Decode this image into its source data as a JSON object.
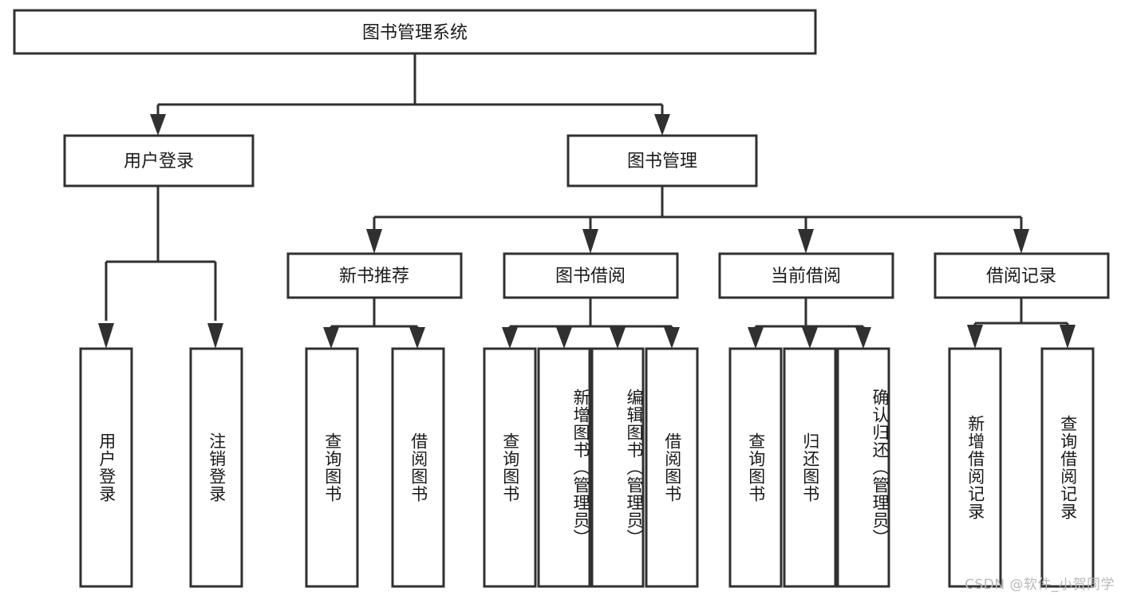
{
  "diagram": {
    "title": "图书管理系统",
    "type": "tree",
    "orientation": "top-down",
    "colors": {
      "stroke": "#303030",
      "fill": "#ffffff",
      "text": "#1a1a1a",
      "background": "#ffffff",
      "watermark": "#b9b9b9"
    },
    "root": {
      "id": "root",
      "label": "图书管理系统",
      "level": 1,
      "orientation": "horizontal"
    },
    "level2": [
      {
        "id": "user-login",
        "label": "用户登录",
        "level": 2,
        "orientation": "horizontal"
      },
      {
        "id": "book-manage",
        "label": "图书管理",
        "level": 2,
        "orientation": "horizontal"
      }
    ],
    "level3": [
      {
        "id": "new-book-recommend",
        "label": "新书推荐",
        "level": 3,
        "orientation": "horizontal",
        "parent": "book-manage"
      },
      {
        "id": "book-borrow",
        "label": "图书借阅",
        "level": 3,
        "orientation": "horizontal",
        "parent": "book-manage"
      },
      {
        "id": "current-borrow",
        "label": "当前借阅",
        "level": 3,
        "orientation": "horizontal",
        "parent": "book-manage"
      },
      {
        "id": "borrow-record",
        "label": "借阅记录",
        "level": 3,
        "orientation": "horizontal",
        "parent": "borrow-record-parent"
      }
    ],
    "leaves": [
      {
        "id": "leaf-user-login",
        "label": "用户登录",
        "parent": "user-login",
        "orientation": "vertical"
      },
      {
        "id": "leaf-user-logout",
        "label": "注销登录",
        "parent": "user-login",
        "orientation": "vertical"
      },
      {
        "id": "leaf-query-book-1",
        "label": "查询图书",
        "parent": "new-book-recommend",
        "orientation": "vertical"
      },
      {
        "id": "leaf-borrow-book-1",
        "label": "借阅图书",
        "parent": "new-book-recommend",
        "orientation": "vertical"
      },
      {
        "id": "leaf-query-book-2",
        "label": "查询图书",
        "parent": "book-borrow",
        "orientation": "vertical"
      },
      {
        "id": "leaf-add-book",
        "label": "新增图书（管理员）",
        "parent": "book-borrow",
        "orientation": "vertical"
      },
      {
        "id": "leaf-edit-book",
        "label": "编辑图书（管理员）",
        "parent": "book-borrow",
        "orientation": "vertical"
      },
      {
        "id": "leaf-borrow-book-2",
        "label": "借阅图书",
        "parent": "book-borrow",
        "orientation": "vertical"
      },
      {
        "id": "leaf-query-book-3",
        "label": "查询图书",
        "parent": "current-borrow",
        "orientation": "vertical"
      },
      {
        "id": "leaf-return-book",
        "label": "归还图书",
        "parent": "current-borrow",
        "orientation": "vertical"
      },
      {
        "id": "leaf-confirm-return",
        "label": "确认归还（管理员）",
        "parent": "current-borrow",
        "orientation": "vertical"
      },
      {
        "id": "leaf-add-record",
        "label": "新增借阅记录",
        "parent": "borrow-record",
        "orientation": "vertical"
      },
      {
        "id": "leaf-query-record",
        "label": "查询借阅记录",
        "parent": "borrow-record",
        "orientation": "vertical"
      }
    ]
  },
  "watermark": {
    "text": "CSDN @软件_小贺同学"
  }
}
